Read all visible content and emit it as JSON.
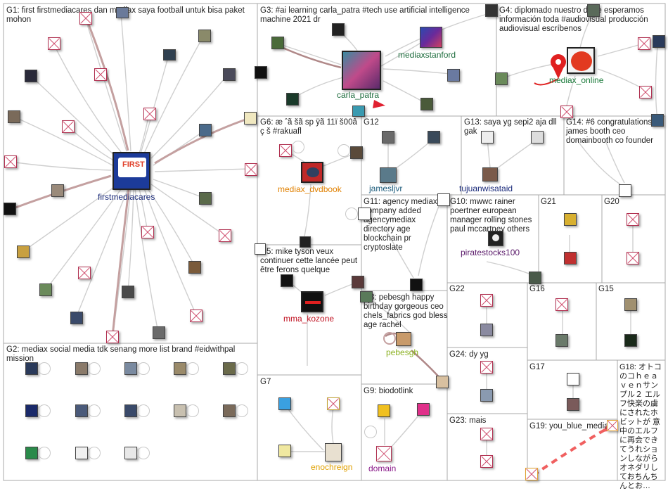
{
  "groups": [
    {
      "id": "g1",
      "label": "G1: first firstmediacares dan mediax saya football untuk bisa paket mohon"
    },
    {
      "id": "g2",
      "label": "G2: mediax social media tdk senang more list brand #eidwithpal mission"
    },
    {
      "id": "g3",
      "label": "G3: #ai learning carla_patra #tech use artificial intelligence machine 2021 dr"
    },
    {
      "id": "g4",
      "label": "G4: diplomado nuestro darte esperamos información toda #audiovisual producción audiovisual escríbenos"
    },
    {
      "id": "g5",
      "label": "G5: mike tyson veux continuer cette lancée peut être ferons quelque"
    },
    {
      "id": "g6",
      "label": "G6: æ ˆã šã sp ÿã 11ï š00â ç š #rakuafl"
    },
    {
      "id": "g7",
      "label": "G7"
    },
    {
      "id": "g8",
      "label": "G8: pebesgh happy birthday gorgeous ceo chels_fabrics god bless age rachel"
    },
    {
      "id": "g9",
      "label": "G9: biodotlink"
    },
    {
      "id": "g10",
      "label": "G10: mwwc rainer poertner european manager rolling stones paul mccartney others"
    },
    {
      "id": "g11",
      "label": "G11: agency mediax company added agencymediax directory age blockchain pr cryptoslate"
    },
    {
      "id": "g12",
      "label": "G12"
    },
    {
      "id": "g13",
      "label": "G13: saya yg sepi2 aja dll gak"
    },
    {
      "id": "g14",
      "label": "G14: #6 congratulations james booth ceo domainbooth co founder"
    },
    {
      "id": "g15",
      "label": "G15"
    },
    {
      "id": "g16",
      "label": "G16"
    },
    {
      "id": "g17",
      "label": "G17"
    },
    {
      "id": "g18",
      "label": "G18: オトコのコｈｅａｖｅｎサンプル２ エルフ快楽の虜にされたホビットが 意中のエルフに再会できてうれショ ンしながらオネダリしておちんちんとお…"
    },
    {
      "id": "g19",
      "label": "G19: you_blue_mediax"
    },
    {
      "id": "g20",
      "label": "G20"
    },
    {
      "id": "g21",
      "label": "G21"
    },
    {
      "id": "g22",
      "label": "G22"
    },
    {
      "id": "g23",
      "label": "G23: mais"
    },
    {
      "id": "g24",
      "label": "G24: dy yg"
    }
  ],
  "nodes": [
    {
      "id": "firstmediacares",
      "label": "firstmediacares",
      "color": "#1a2a7a"
    },
    {
      "id": "carla_patra",
      "label": "carla_patra",
      "color": "#1a6a3a"
    },
    {
      "id": "mediaxstanford",
      "label": "mediaxstanford",
      "color": "#1a6a3a"
    },
    {
      "id": "mediax_online",
      "label": "mediax_online",
      "color": "#1a7a3a"
    },
    {
      "id": "mediax_dvdbook",
      "label": "mediax_dvdbook",
      "color": "#e08000"
    },
    {
      "id": "jamesljvr",
      "label": "jamesljvr",
      "color": "#1a5a7a"
    },
    {
      "id": "tujuanwisataid",
      "label": "tujuanwisataid",
      "color": "#1a2a7a"
    },
    {
      "id": "piratestocks100",
      "label": "piratestocks100",
      "color": "#5a1a6a"
    },
    {
      "id": "mma_kozone",
      "label": "mma_kozone",
      "color": "#c01020"
    },
    {
      "id": "pebesgh",
      "label": "pebesgh",
      "color": "#8ab020"
    },
    {
      "id": "enochreign",
      "label": "enochreign",
      "color": "#e0a000"
    },
    {
      "id": "domain",
      "label": "domain",
      "color": "#8a1a8a"
    }
  ],
  "colors": {
    "box_border": "#a8a8a8",
    "edge": "#c8c8c8",
    "edge_strong": "#c8a0a0",
    "g19_edge": "#f06060"
  }
}
